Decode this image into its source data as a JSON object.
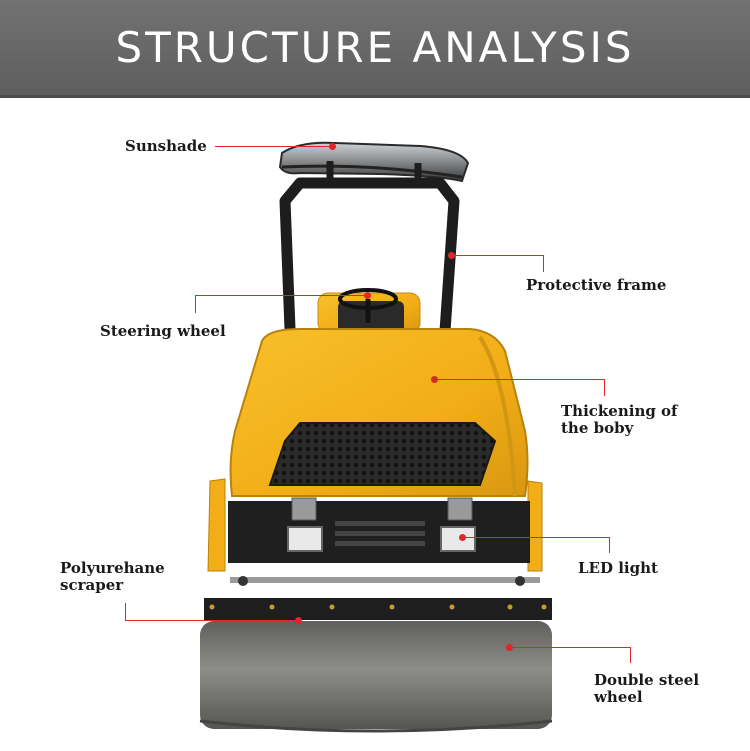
{
  "header": {
    "title": "STRUCTURE  ANALYSIS"
  },
  "callouts": {
    "sunshade": "Sunshade",
    "protective_frame": "Protective frame",
    "steering_wheel": "Steering wheel",
    "thickening": "Thickening of\nthe boby",
    "led_light": "LED light",
    "scraper": "Polyurehane\nscraper",
    "steel_wheel": "Double steel\nwheel"
  },
  "colors": {
    "header_bg": "#676767",
    "accent_red": "#e0252b",
    "body_yellow": "#f4b41c",
    "steel": "#6d6d6a"
  }
}
